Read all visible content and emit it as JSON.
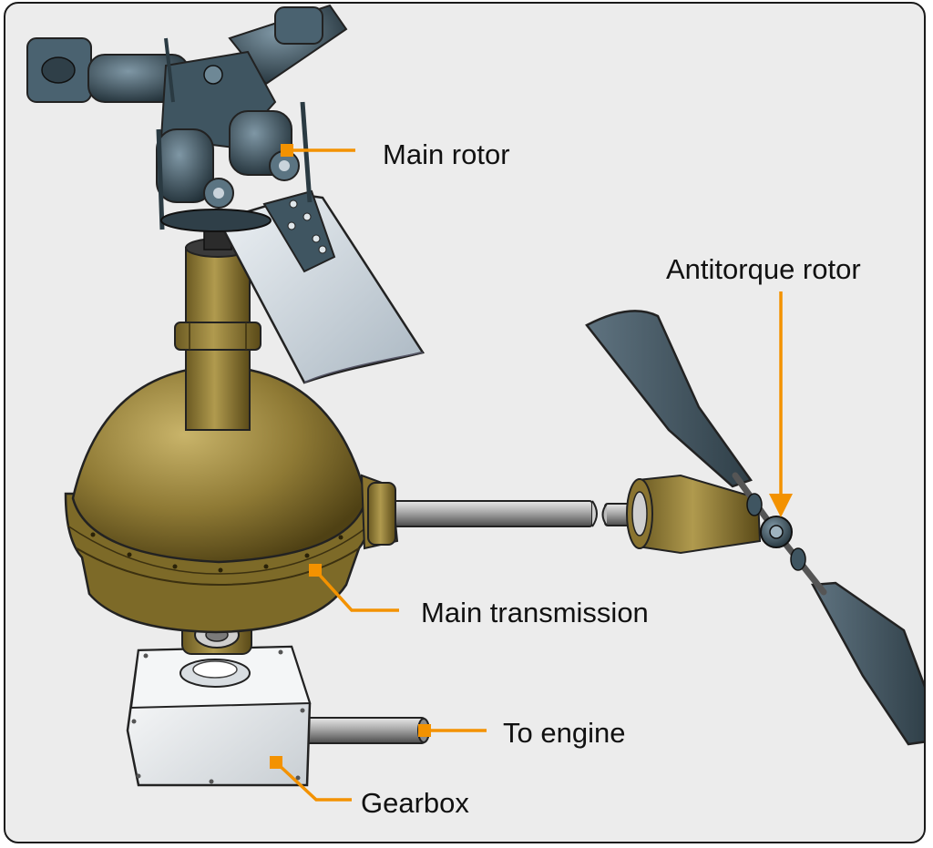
{
  "diagram": {
    "labels": {
      "main_rotor": "Main rotor",
      "antitorque_rotor": "Antitorque rotor",
      "main_transmission": "Main transmission",
      "to_engine": "To engine",
      "gearbox": "Gearbox"
    },
    "colors": {
      "leader": "#f39200",
      "brass": "#8f7a35",
      "brass_dark": "#5a4a18",
      "rotor_steel": "#3f5561",
      "blade": "#c9d3db",
      "tail_blade": "#465864",
      "gearbox": "#e6e9ec",
      "shaft": "#9a9a9a",
      "background": "#ececec"
    }
  }
}
